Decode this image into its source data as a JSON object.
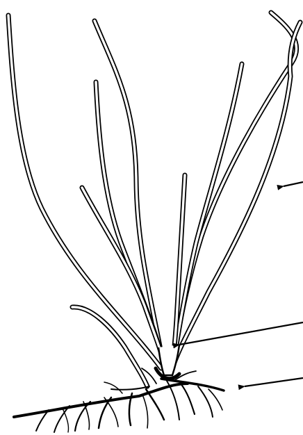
{
  "figure": {
    "subject": "grass-plant-illustration",
    "line_color": "#000000",
    "background_color": "#ffffff"
  },
  "pointers": [
    {
      "id": "leaf-blade-pointer",
      "direction": "left"
    },
    {
      "id": "stem-base-pointer",
      "direction": "left"
    },
    {
      "id": "root-system-pointer",
      "direction": "left"
    }
  ]
}
